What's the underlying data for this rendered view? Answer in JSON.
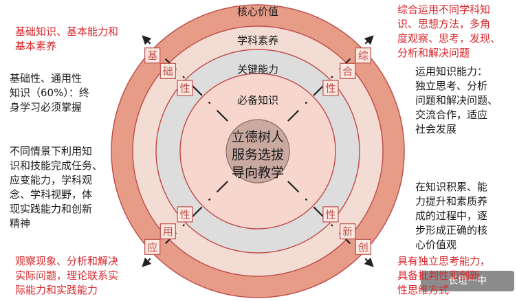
{
  "diagram": {
    "rings": [
      {
        "label": "核心价值",
        "color": "#e69c87"
      },
      {
        "label": "学科素养",
        "color": "#f3dcd4"
      },
      {
        "label": "关键能力",
        "color": "#dddddd"
      },
      {
        "label": "必备知识",
        "color": "#f7d6cd"
      }
    ],
    "core": {
      "lines": [
        "立德树人",
        "服务选拔",
        "导向教学"
      ],
      "color": "#c9a9a0"
    },
    "badges": {
      "top_left": [
        "基",
        "础",
        "性"
      ],
      "top_right": [
        "综",
        "合",
        "性"
      ],
      "bottom_left": [
        "性",
        "用",
        "应"
      ],
      "bottom_right": [
        "性",
        "新",
        "创"
      ]
    }
  },
  "notes": {
    "top_left_red": "基础知识、基本能力和\n基本素养",
    "left_upper": "基础性、通用性\n知识（60%）：终\n身学习必须掌握",
    "left_lower": "不同情景下利用知\n识和技能完成任务、\n应变能力，学科观\n念、学科视野，体\n现实践能力和创新\n精神",
    "bottom_left_red": "观察现象、分析和解决\n实际问题，理论联系实\n际能力和实践能力",
    "top_right_red": "综合运用不同学科知\n识、思想方法，多角\n度观察、思考，发现、\n分析和解决问题",
    "right_upper": "运用知识能力：\n独立思考、分析\n问题和解决问题、\n交流合作，适应\n社会发展",
    "right_lower": "在知识积累、能\n力提升和素质养\n成的过程中，逐\n步形成正确的核\n心价值观",
    "bottom_right_red": "具有独立思考能力，\n具备批判性和创新\n性思维方式"
  },
  "watermark": "长垣一中"
}
